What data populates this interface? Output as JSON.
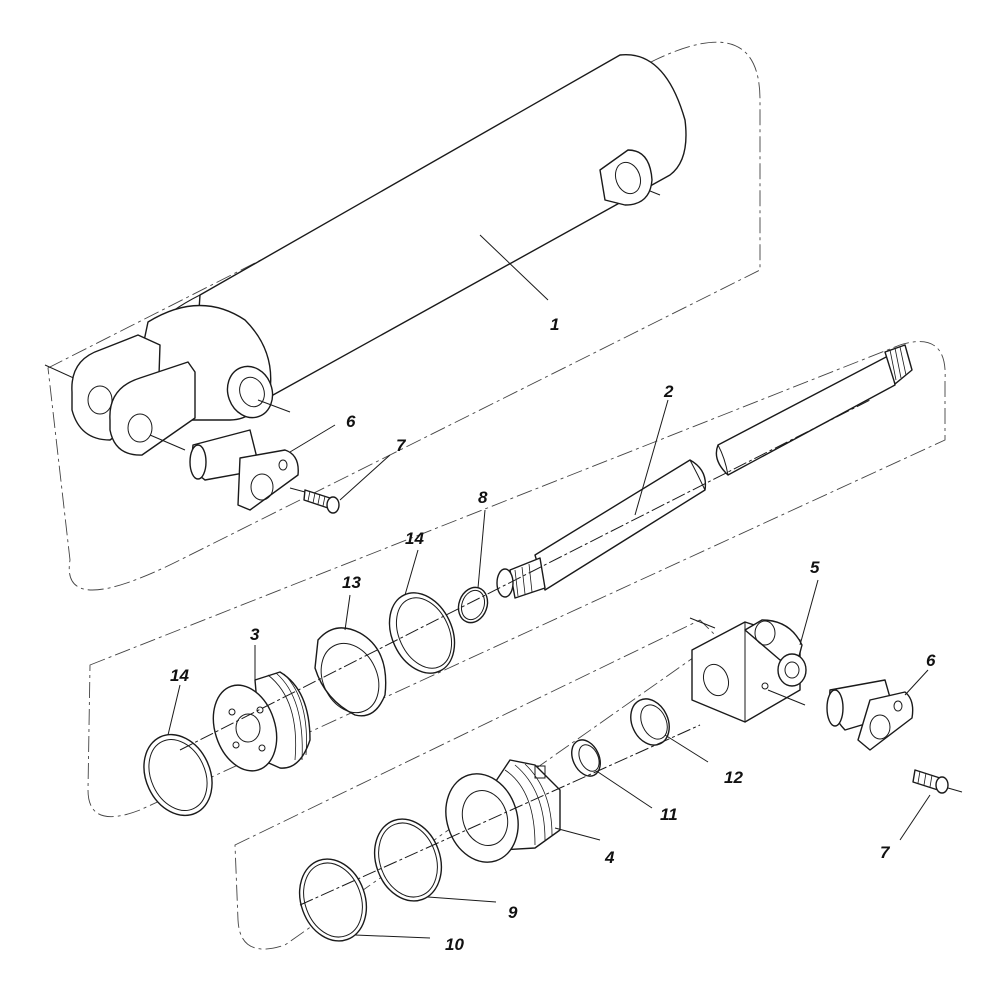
{
  "diagram": {
    "type": "exploded-parts-view",
    "callouts": {
      "c1": "1",
      "c2": "2",
      "c3": "3",
      "c4": "4",
      "c5": "5",
      "c6a": "6",
      "c6b": "6",
      "c7a": "7",
      "c7b": "7",
      "c8": "8",
      "c9": "9",
      "c10": "10",
      "c11": "11",
      "c12": "12",
      "c13": "13",
      "c14a": "14",
      "c14b": "14"
    }
  }
}
